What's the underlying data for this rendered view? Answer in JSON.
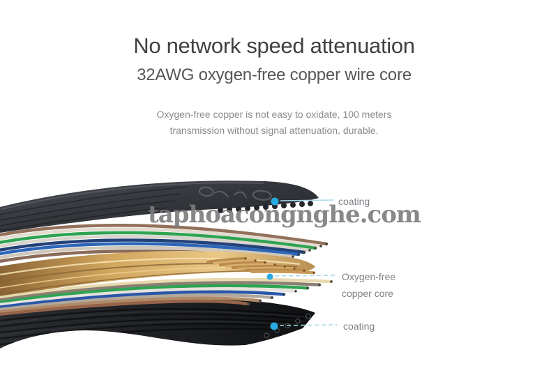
{
  "header": {
    "title": "No network speed attenuation",
    "subtitle": "32AWG oxygen-free copper wire core",
    "description": [
      "Oxygen-free copper is not easy to oxidate, 100 meters",
      "transmission without signal attenuation, durable."
    ]
  },
  "watermark": "taphoacongnghe.com",
  "diagram": {
    "callouts": [
      {
        "id": "coating-top",
        "label": "coating"
      },
      {
        "id": "copper-core",
        "label_line1": "Oxygen-free",
        "label_line2": "copper core"
      },
      {
        "id": "coating-bottom",
        "label": "coating"
      }
    ],
    "colors": {
      "accent_dot": "#29a9e1",
      "leader": "#a7d9ec",
      "label_text": "#7d8287",
      "coating_dark": "#2b2e33",
      "copper": "#d2a65e",
      "wire_green": "#2fa352",
      "wire_blue": "#2a5cb8",
      "wire_brown": "#96644a",
      "wire_white": "#e6e3dc"
    }
  }
}
